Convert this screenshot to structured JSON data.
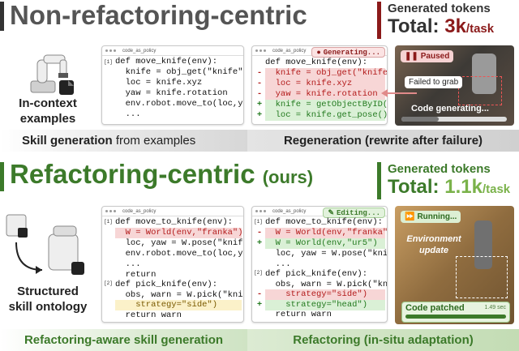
{
  "top": {
    "title": "Non-refactoring-centric",
    "tokens_label": "Generated tokens",
    "tokens_total_prefix": "Total: ",
    "tokens_value": "3k",
    "tokens_unit": "/task",
    "examples_label_1": "In-context",
    "examples_label_2": "examples",
    "panel1": {
      "filename": "code_as_policy",
      "line_marker": "[1]",
      "lines": [
        "def move_knife(env):",
        "  knife = obj_get(\"knife\")",
        "  loc = knife.xyz",
        "  yaw = knife.rotation",
        "  env.robot.move_to(loc,yaw)",
        "  ..."
      ]
    },
    "panel2": {
      "filename": "code_as_policy",
      "status": "Generating...",
      "lines": [
        {
          "mark": "",
          "text": "def move_knife(env):",
          "kind": ""
        },
        {
          "mark": "-",
          "text": "  knife = obj_get(\"knife\")",
          "kind": "del"
        },
        {
          "mark": "-",
          "text": "  loc = knife.xyz",
          "kind": "del"
        },
        {
          "mark": "-",
          "text": "  yaw = knife.rotation",
          "kind": "del"
        },
        {
          "mark": "+",
          "text": "  knife = getObjectByID(...",
          "kind": "add"
        },
        {
          "mark": "+",
          "text": "  loc = knife.get_pose()",
          "kind": "add"
        }
      ]
    },
    "photo": {
      "status": "Paused",
      "fail": "Failed to grab",
      "progress": "Code generating...",
      "progress_fraction": 0.35
    },
    "bar_left": "Skill generation",
    "bar_left_suffix": " from examples",
    "bar_right": "Regeneration (rewrite after failure)"
  },
  "bottom": {
    "title": "Refactoring-centric",
    "title_suffix": "(ours)",
    "tokens_label": "Generated tokens",
    "tokens_total_prefix": "Total: ",
    "tokens_value": "1.1k",
    "tokens_unit": "/task",
    "ontology_label_1": "Structured",
    "ontology_label_2": "skill ontology",
    "panel1": {
      "filename": "code_as_policy",
      "block1": [
        "def move_to_knife(env):",
        "  W = World(env,\"franka\")",
        "  loc, yaw = W.pose(\"knife\")",
        "  env.robot.move_to(loc,yaw)",
        "  ...",
        "  return"
      ],
      "block2": [
        "def pick_knife(env):",
        "  obs, warn = W.pick(\"knife\",",
        "    strategy=\"side\")",
        "  return warn"
      ]
    },
    "panel2": {
      "filename": "code_as_policy",
      "status": "Editing...",
      "block1": [
        {
          "mark": "",
          "text": "def move_to_knife(env):",
          "kind": ""
        },
        {
          "mark": "-",
          "text": "  W = World(env,\"franka\")",
          "kind": "del"
        },
        {
          "mark": "+",
          "text": "  W = World(env,\"ur5\")",
          "kind": "add"
        },
        {
          "mark": "",
          "text": "  loc, yaw = W.pose(\"knife\")",
          "kind": ""
        },
        {
          "mark": "",
          "text": "  ...",
          "kind": ""
        }
      ],
      "block2": [
        {
          "mark": "",
          "text": "def pick_knife(env):",
          "kind": ""
        },
        {
          "mark": "",
          "text": "  obs, warn = W.pick(\"knife\",",
          "kind": ""
        },
        {
          "mark": "-",
          "text": "    strategy=\"side\")",
          "kind": "del"
        },
        {
          "mark": "+",
          "text": "    strategy=\"head\")",
          "kind": "add"
        },
        {
          "mark": "",
          "text": "  return warn",
          "kind": ""
        }
      ]
    },
    "photo": {
      "status": "Running...",
      "env_update_1": "Environment",
      "env_update_2": "update",
      "patched": "Code patched",
      "patched_time": "1.49 sec",
      "progress_fraction": 1.0
    },
    "bar_left": "Refactoring-aware skill generation",
    "bar_right": "Refactoring (in-situ adaptation)"
  },
  "colors": {
    "red": "#8b1a1a",
    "green": "#3c7a2a",
    "dark": "#333333"
  }
}
